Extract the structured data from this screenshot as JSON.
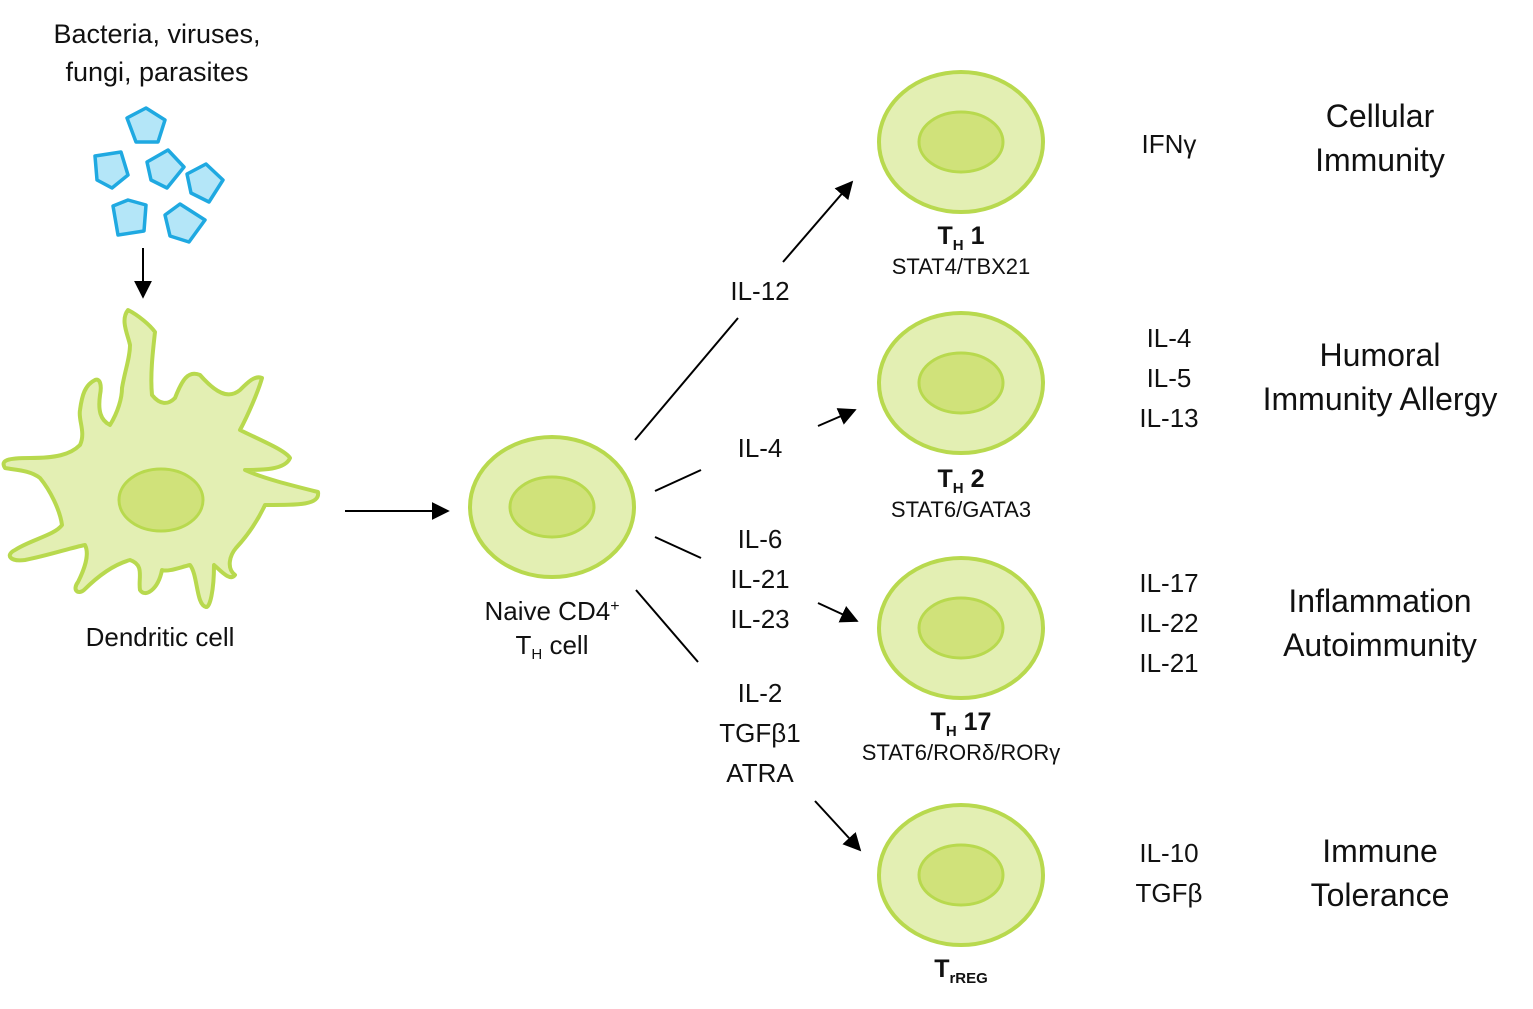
{
  "source_label": [
    "Bacteria, viruses,",
    "fungi, parasites"
  ],
  "dendritic_label": "Dendritic cell",
  "naive_label": {
    "line1": "Naive CD4",
    "sup": "+",
    "line2_main": "T",
    "line2_sub": "H",
    "line2_rest": " cell"
  },
  "cytokines_in": {
    "th1": [
      "IL-12"
    ],
    "th2": [
      "IL-4"
    ],
    "th17": [
      "IL-6",
      "IL-21",
      "IL-23"
    ],
    "treg": [
      "IL-2",
      "TGFβ1",
      "ATRA"
    ]
  },
  "subsets": [
    {
      "main": "T",
      "sub": "H",
      "suffix": " 1",
      "tf": "STAT4/TBX21",
      "cytokines": [
        "IFNγ"
      ],
      "outcome": [
        "Cellular",
        "Immunity"
      ]
    },
    {
      "main": "T",
      "sub": "H",
      "suffix": " 2",
      "tf": "STAT6/GATA3",
      "cytokines": [
        "IL-4",
        "IL-5",
        "IL-13"
      ],
      "outcome": [
        "Humoral",
        "Immunity Allergy"
      ]
    },
    {
      "main": "T",
      "sub": "H",
      "suffix": " 17",
      "tf": "STAT6/RORδ/RORγ",
      "cytokines": [
        "IL-17",
        "IL-22",
        "IL-21"
      ],
      "outcome": [
        "Inflammation",
        "Autoimmunity"
      ]
    },
    {
      "main": "T",
      "sub": "rREG",
      "suffix": "",
      "tf": "",
      "cytokines": [
        "IL-10",
        "TGFβ"
      ],
      "outcome": [
        "Immune",
        "Tolerance"
      ]
    }
  ],
  "colors": {
    "cell_fill": "#e3efb3",
    "cell_stroke": "#b8d94e",
    "nucleus_fill": "#d0e27a",
    "pathogen_fill": "#b4e6f8",
    "pathogen_stroke": "#1fa9e1"
  }
}
